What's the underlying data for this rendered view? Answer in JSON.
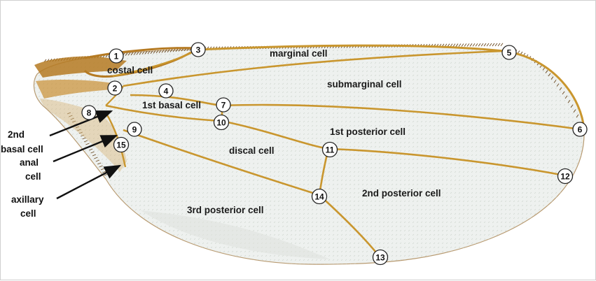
{
  "colors": {
    "membrane": "#eef1ef",
    "membrane_shade": "#d9ddd8",
    "vein": "#c9962e",
    "vein_dark": "#9c6a16",
    "costa": "#b57a22",
    "bristle": "#6b4a22",
    "arrow": "#111111"
  },
  "cells": {
    "costal": "costal cell",
    "marginal": "marginal cell",
    "submarginal": "submarginal cell",
    "first_basal": "1st basal cell",
    "first_posterior": "1st posterior cell",
    "discal": "discal cell",
    "second_posterior": "2nd posterior cell",
    "third_posterior": "3rd posterior cell"
  },
  "side_labels": {
    "second_basal": [
      "2nd",
      "basal cell"
    ],
    "anal": [
      "anal",
      "cell"
    ],
    "axillary": [
      "axillary",
      "cell"
    ]
  },
  "markers": {
    "m1": "1",
    "m2": "2",
    "m3": "3",
    "m4": "4",
    "m5": "5",
    "m6": "6",
    "m7": "7",
    "m8": "8",
    "m9": "9",
    "m10": "10",
    "m11": "11",
    "m12": "12",
    "m13": "13",
    "m14": "14",
    "m15": "15"
  }
}
